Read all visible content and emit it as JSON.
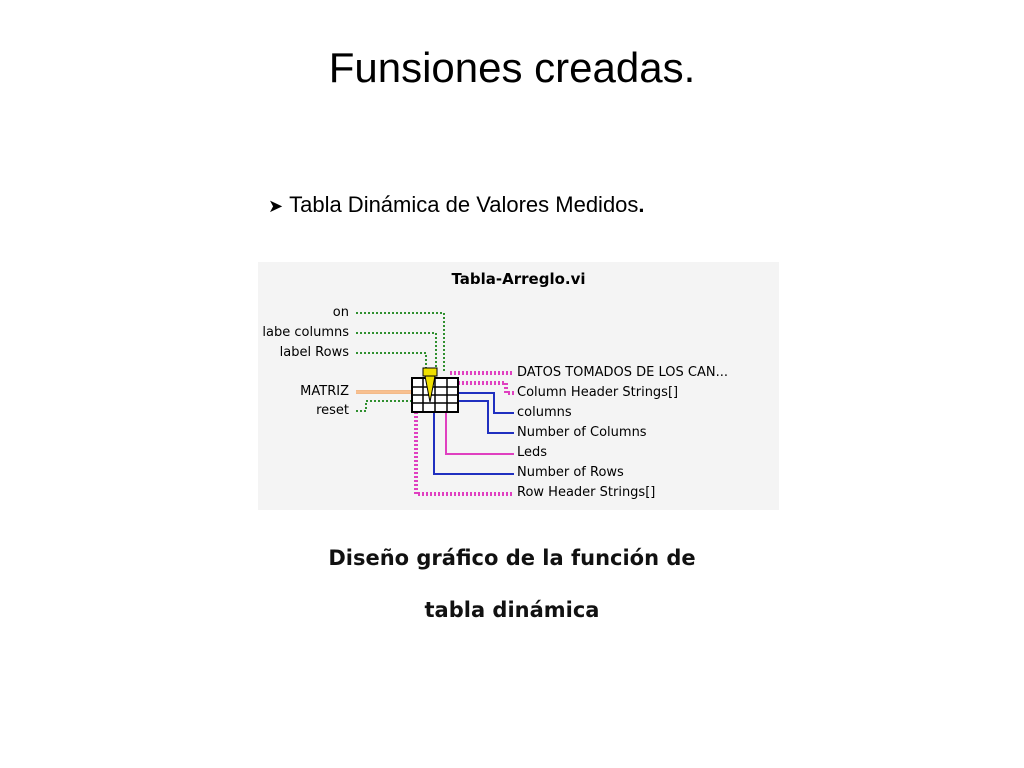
{
  "title": "Funsiones creadas.",
  "bullet": {
    "text": "Tabla Dinámica de Valores Medidos",
    "period": "."
  },
  "diagram": {
    "vi_title": "Tabla-Arreglo.vi",
    "inputs": [
      "on",
      "labe columns",
      "label Rows",
      "MATRIZ",
      "reset"
    ],
    "outputs": [
      "DATOS  TOMADOS  DE  LOS CAN...",
      "Column Header Strings[]",
      "columns",
      "Number of Columns",
      "Leds",
      "Number of Rows",
      "Row Header Strings[]"
    ],
    "colors": {
      "boolean": "#2f8f2f",
      "numeric": "#f08020",
      "string": "#e040c0",
      "integer": "#2030c0"
    }
  },
  "caption": {
    "line1": "Diseño gráfico de la función de",
    "line2": "tabla dinámica"
  }
}
